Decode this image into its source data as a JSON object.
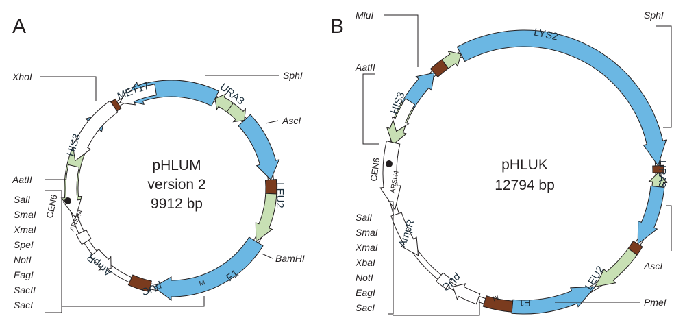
{
  "colors": {
    "blue": "#6bb7e3",
    "green": "#c8e0b4",
    "brown": "#7a3b1e",
    "white": "#ffffff",
    "line": "#231f20"
  },
  "panel_a": {
    "letter": "A",
    "name": "pHLUM",
    "version": "version 2",
    "size": "9912 bp",
    "features": {
      "met17": "MET17",
      "ura3": "URA3",
      "leu2": "LEU2",
      "his3": "HIS3",
      "f1": "F1",
      "m": "M",
      "puc": "pUC",
      "ampr": "AmpR",
      "arsh4": "ARSH4",
      "cen6": "CEN6"
    },
    "sites": {
      "xhoi": "XhoI",
      "sphi": "SphI",
      "asci": "AscI",
      "bamhi": "BamHI",
      "aatii": "AatII"
    },
    "mcs": [
      "SalI",
      "SmaI",
      "XmaI",
      "SpeI",
      "NotI",
      "EagI",
      "SacII",
      "SacI"
    ]
  },
  "panel_b": {
    "letter": "B",
    "name": "pHLUK",
    "size": "12794 bp",
    "features": {
      "lys2": "LYS2",
      "ura3": "URA3",
      "leu2": "LEU2",
      "his3": "HIS3",
      "f1": "F1",
      "m": "M",
      "puc": "pUC",
      "ampr": "AmpR",
      "arsh4": "ARSH4",
      "cen6": "CEN6"
    },
    "sites": {
      "mlui": "MluI",
      "sphi": "SphI",
      "aatii": "AatII",
      "asci": "AscI",
      "pmei": "PmeI"
    },
    "mcs": [
      "SalI",
      "SmaI",
      "XmaI",
      "XbaI",
      "NotI",
      "EagI",
      "SacI"
    ]
  }
}
